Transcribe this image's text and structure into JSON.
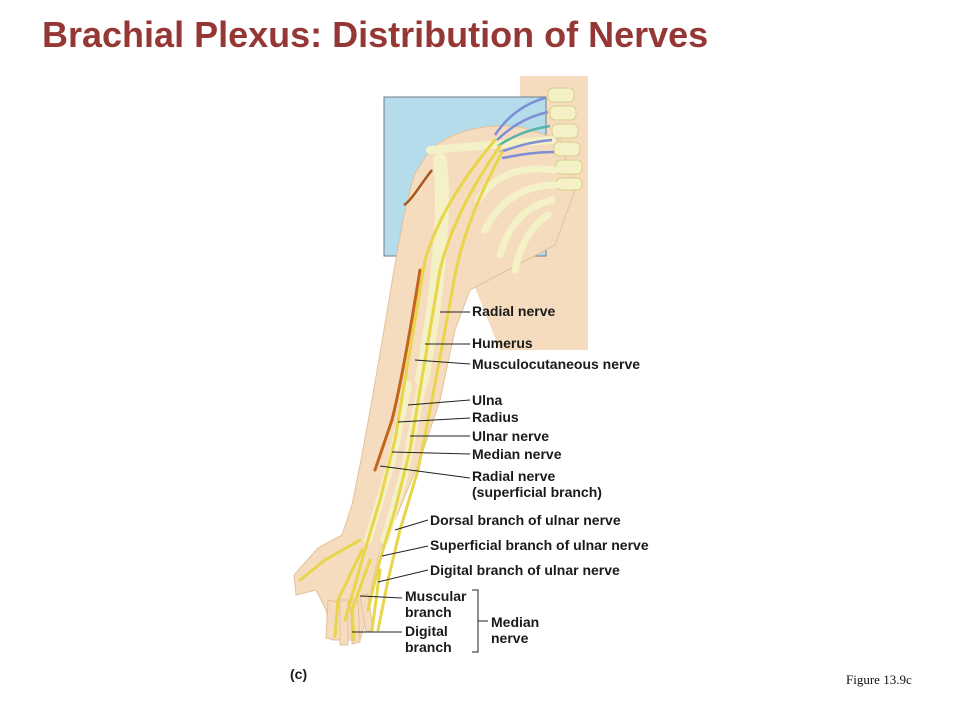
{
  "slide": {
    "title": "Brachial Plexus: Distribution of Nerves",
    "figure_number": "Figure 13.9c",
    "panel_label": "(c)"
  },
  "labels": {
    "radial_nerve": "Radial nerve",
    "humerus": "Humerus",
    "musculocutaneous_nerve": "Musculocutaneous nerve",
    "ulna": "Ulna",
    "radius": "Radius",
    "ulnar_nerve": "Ulnar nerve",
    "median_nerve": "Median nerve",
    "radial_superficial_line1": "Radial nerve",
    "radial_superficial_line2": "(superficial branch)",
    "dorsal_branch_ulnar": "Dorsal branch of ulnar nerve",
    "superficial_branch_ulnar": "Superficial branch of ulnar nerve",
    "digital_branch_ulnar": "Digital branch of ulnar nerve",
    "muscular_branch_line1": "Muscular",
    "muscular_branch_line2": "branch",
    "digital_branch_line1": "Digital",
    "digital_branch_line2": "branch",
    "median_group_line1": "Median",
    "median_group_line2": "nerve"
  },
  "colors": {
    "title": "#953735",
    "skin": "#f5dcbf",
    "bone": "#f4f1c6",
    "nerve": "#e8d54a",
    "artery": "#c4651c",
    "inset_bg": "#b4dcea",
    "inset_border": "#6f7d8c"
  }
}
